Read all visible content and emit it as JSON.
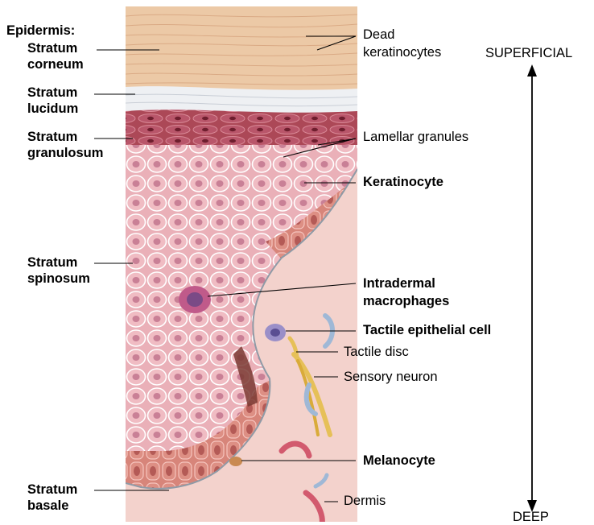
{
  "figure": {
    "left_labels": {
      "epidermis_header": "Epidermis:",
      "corneum_line1": "Stratum",
      "corneum_line2": "corneum",
      "lucidum_line1": "Stratum",
      "lucidum_line2": "lucidum",
      "granulosum_line1": "Stratum",
      "granulosum_line2": "granulosum",
      "spinosum_line1": "Stratum",
      "spinosum_line2": "spinosum",
      "basale_line1": "Stratum",
      "basale_line2": "basale"
    },
    "right_labels": {
      "dead_line1": "Dead",
      "dead_line2": "keratinocytes",
      "lamellar": "Lamellar granules",
      "keratinocyte": "Keratinocyte",
      "macro_line1": "Intradermal",
      "macro_line2": "macrophages",
      "tactile_cell": "Tactile epithelial cell",
      "tactile_disc": "Tactile disc",
      "sensory_neuron": "Sensory neuron",
      "melanocyte": "Melanocyte",
      "dermis": "Dermis"
    },
    "direction": {
      "top": "SUPERFICIAL",
      "bottom": "DEEP"
    },
    "colors": {
      "corneum": "#eccbab",
      "lucidum": "#eef0f2",
      "granulosum": "#a8404e",
      "cells": "#e7a8b0",
      "cell_nucleus": "#c07a8c",
      "dermis": "#f3d2cc",
      "basal_cells": "#c86a5e"
    }
  }
}
